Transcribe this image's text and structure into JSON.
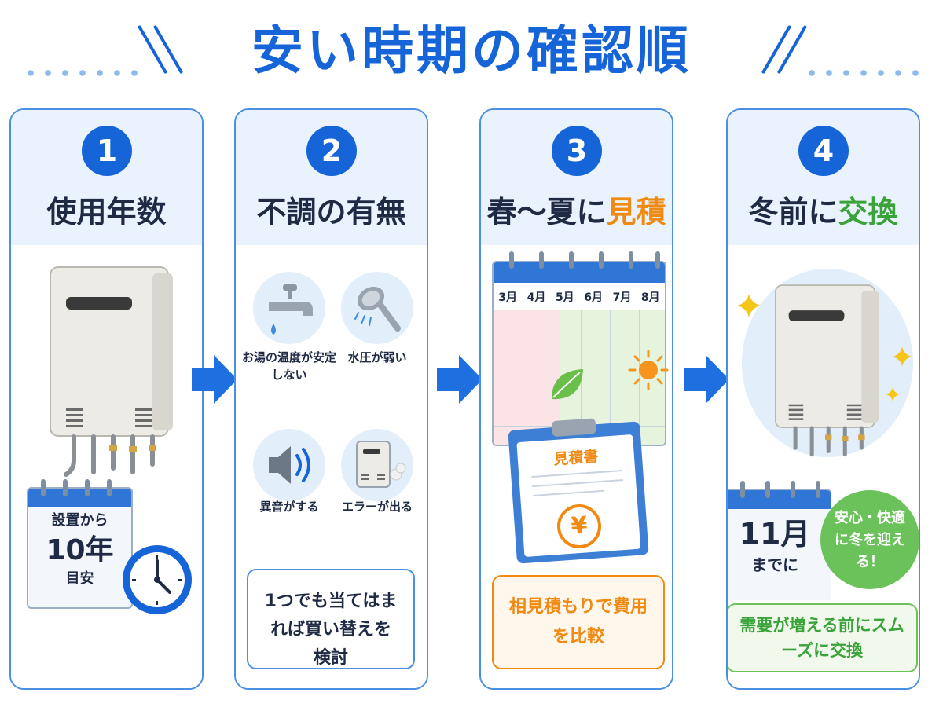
{
  "title": "安い時期の確認順",
  "steps": [
    {
      "number": "1",
      "title": "使用年数",
      "calendar": {
        "line1": "設置から",
        "line2": "10年",
        "line3": "目安"
      }
    },
    {
      "number": "2",
      "title": "不調の有無",
      "symptoms": [
        {
          "icon": "faucet-icon",
          "label": "お湯の温度が安定しない"
        },
        {
          "icon": "shower-head-icon",
          "label": "水圧が弱い"
        },
        {
          "icon": "speaker-icon",
          "label": "異音がする"
        },
        {
          "icon": "water-heater-error-icon",
          "label": "エラーが出る"
        }
      ],
      "callout": "1つでも当てはまれば買い替えを検討"
    },
    {
      "number": "3",
      "title_main": "春〜夏に",
      "title_highlight": "見積",
      "months": [
        "3月",
        "4月",
        "5月",
        "6月",
        "7月",
        "8月"
      ],
      "estimate_doc": "見積書",
      "yen": "¥",
      "callout": "相見積もりで費用を比較"
    },
    {
      "number": "4",
      "title_main": "冬前に",
      "title_highlight": "交換",
      "calendar": {
        "line1": "11月",
        "line2": "までに"
      },
      "badge": "安心・快適に冬を迎える！",
      "callout": "需要が増える前にスムーズに交換"
    }
  ],
  "colors": {
    "primary": "#1565d8",
    "card_border": "#4a90e2",
    "orange": "#f08a12",
    "green": "#3aa33a",
    "card_top": "#eaf3fd"
  }
}
